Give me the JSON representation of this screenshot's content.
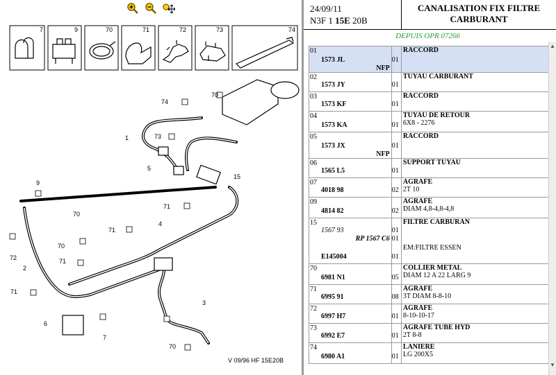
{
  "left": {
    "toolbar": [
      "zoom-in-icon",
      "zoom-out-icon",
      "pan-icon"
    ],
    "parts_strip": [
      "7",
      "9",
      "70",
      "71",
      "72",
      "73",
      "74"
    ],
    "callouts": [
      "74",
      "70",
      "1",
      "73",
      "5",
      "15",
      "9",
      "70",
      "71",
      "71",
      "4",
      "72",
      "70",
      "71",
      "2",
      "71",
      "6",
      "7",
      "3",
      "70"
    ],
    "caption": "V 09/96 HF 15E20B"
  },
  "header": {
    "date": "24/09/11",
    "model_prefix": "N3F 1 ",
    "model_bold": "15E",
    "model_suffix": " 20B",
    "title_line1": "CANALISATION FIX FILTRE",
    "title_line2": "CARBURANT",
    "depuis": "DEPUIS OPR 07266"
  },
  "rows": [
    {
      "num": "01",
      "ref": "1573 JL",
      "nfp": "NFP",
      "qty": "01",
      "desc": "RACCORD",
      "sub": ""
    },
    {
      "num": "02",
      "ref": "1573 JY",
      "nfp": "",
      "qty": "01",
      "desc": "TUYAU CARBURANT",
      "sub": ""
    },
    {
      "num": "03",
      "ref": "1573 KF",
      "nfp": "",
      "qty": "01",
      "desc": "RACCORD",
      "sub": ""
    },
    {
      "num": "04",
      "ref": "1573 KA",
      "nfp": "",
      "qty": "01",
      "desc": "TUYAU DE RETOUR",
      "sub": "6X8 - 2276"
    },
    {
      "num": "05",
      "ref": "1573 JX",
      "nfp": "NFP",
      "qty": "01",
      "desc": "RACCORD",
      "sub": ""
    },
    {
      "num": "06",
      "ref": "1565 L5",
      "nfp": "",
      "qty": "01",
      "desc": "SUPPORT TUYAU",
      "sub": ""
    },
    {
      "num": "07",
      "ref": "4018 98",
      "nfp": "",
      "qty": "02",
      "desc": "AGRAFE",
      "sub": "2T 10"
    },
    {
      "num": "09",
      "ref": "4814 82",
      "nfp": "",
      "qty": "02",
      "desc": "AGRAFE",
      "sub": "DIAM 4,8-4,8-4,8"
    },
    {
      "num": "15",
      "ref": "1567 93",
      "ref2": "RP 1567 C6",
      "ref3": "E145004",
      "qty": "01",
      "qty2": "01",
      "qty3": "01",
      "desc": "FILTRE CARBURAN",
      "sub": "EM:FILTRE ESSEN"
    },
    {
      "num": "70",
      "ref": "6981 N1",
      "nfp": "",
      "qty": "05",
      "desc": "COLLIER METAL",
      "sub": "DIAM 12 A 22 LARG 9"
    },
    {
      "num": "71",
      "ref": "6995 91",
      "nfp": "",
      "qty": "08",
      "desc": "AGRAFE",
      "sub": "3T DIAM 8-8-10"
    },
    {
      "num": "72",
      "ref": "6997 H7",
      "nfp": "",
      "qty": "01",
      "desc": "AGRAFE",
      "sub": "8-10-10-17"
    },
    {
      "num": "73",
      "ref": "6992 E7",
      "nfp": "",
      "qty": "01",
      "desc": "AGRAFE TUBE HYD",
      "sub": "2T 8-8"
    },
    {
      "num": "74",
      "ref": "6980 A1",
      "nfp": "",
      "qty": "01",
      "desc": "LANIERE",
      "sub": "LG 200X5"
    }
  ]
}
